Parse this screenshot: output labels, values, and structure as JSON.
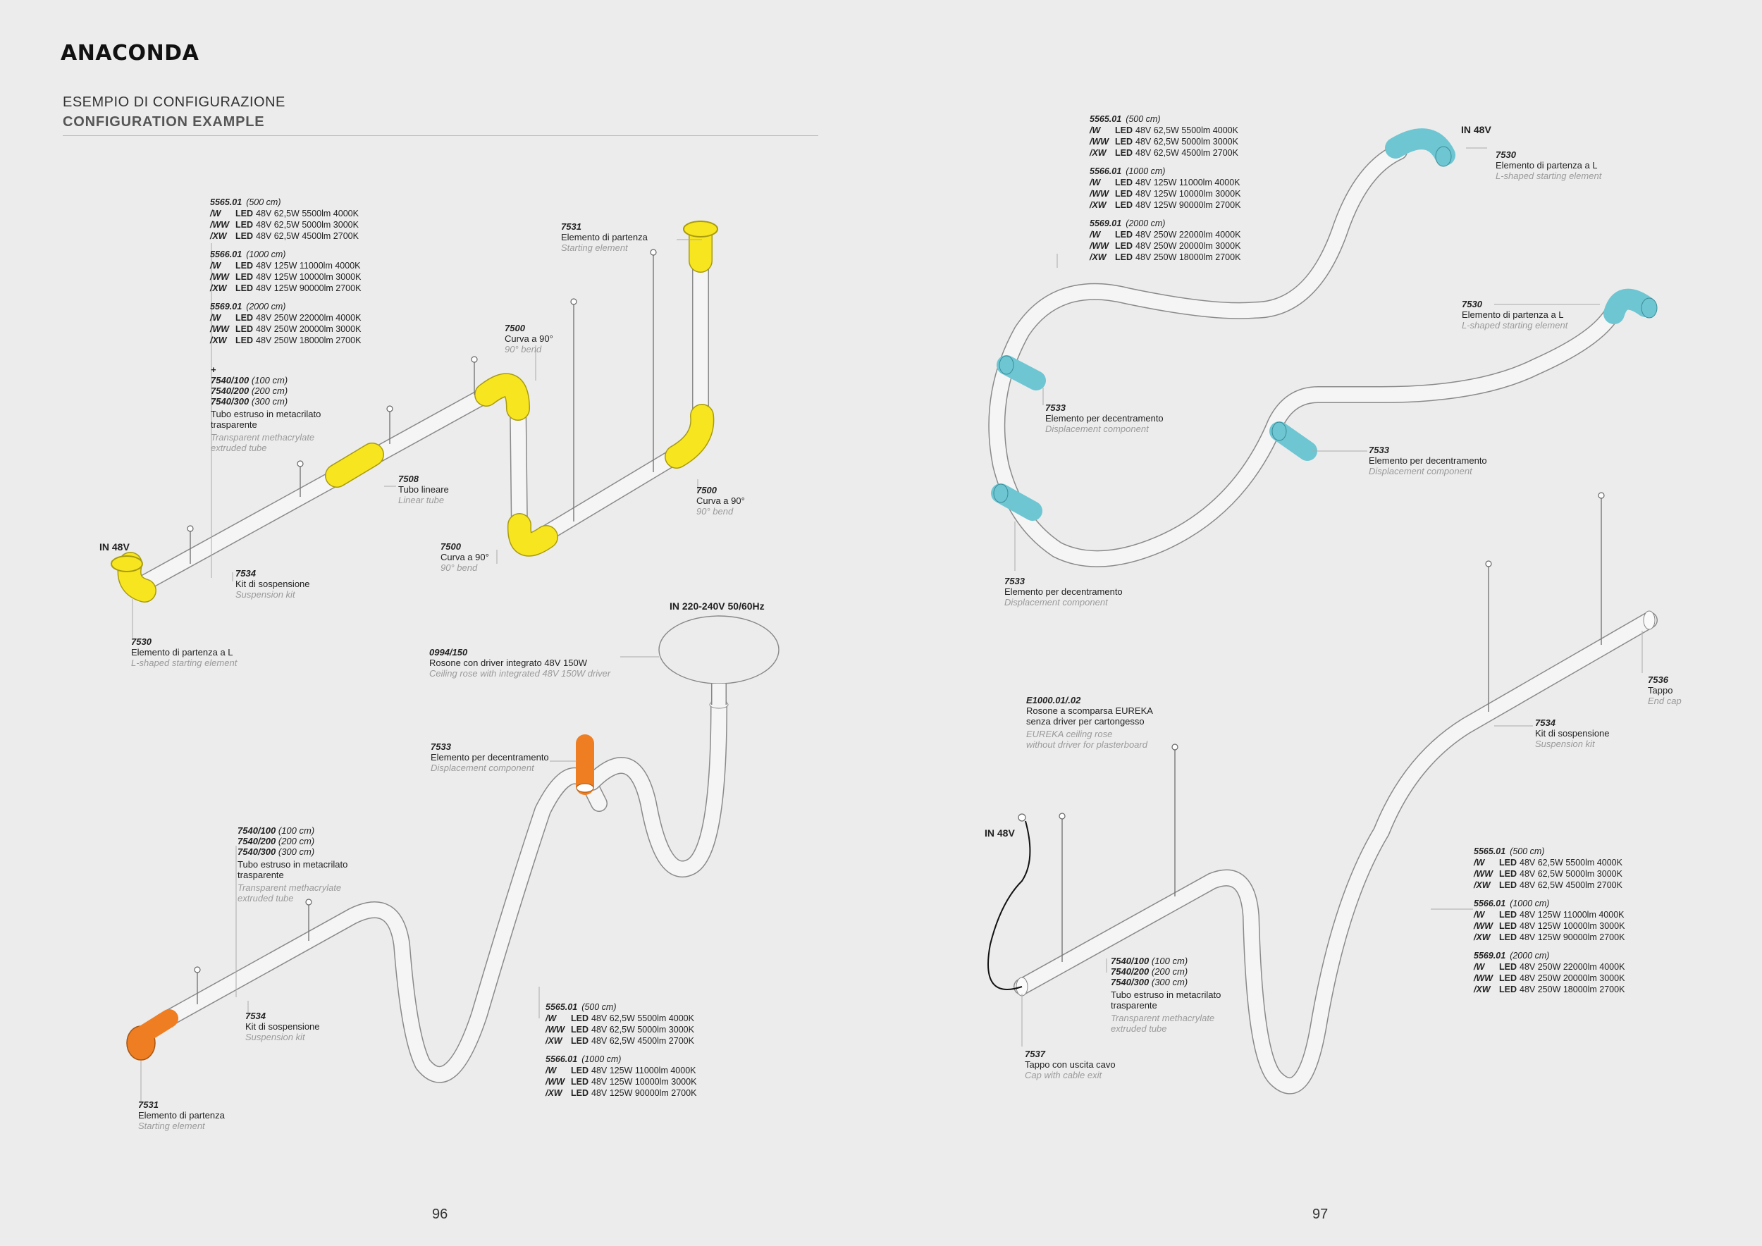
{
  "header": {
    "brand": "ANACONDA",
    "subtitle_it": "ESEMPIO DI CONFIGURAZIONE",
    "subtitle_en": "CONFIGURATION EXAMPLE"
  },
  "page_numbers": {
    "left": "96",
    "right": "97"
  },
  "colors": {
    "yellow": "#f7e520",
    "orange": "#ef7d22",
    "teal": "#6ec6d3",
    "tube": "#f4f4f4",
    "outline": "#888888"
  },
  "spec_a": [
    {
      "code": "5565.01",
      "dim": "(500 cm)",
      "rows": [
        {
          "suffix": "/W",
          "led": "LED",
          "text": "48V 62,5W 5500lm 4000K"
        },
        {
          "suffix": "/WW",
          "led": "LED",
          "text": "48V 62,5W 5000lm 3000K"
        },
        {
          "suffix": "/XW",
          "led": "LED",
          "text": "48V 62,5W 4500lm 2700K"
        }
      ]
    },
    {
      "code": "5566.01",
      "dim": "(1000 cm)",
      "rows": [
        {
          "suffix": "/W",
          "led": "LED",
          "text": "48V 125W 11000lm 4000K"
        },
        {
          "suffix": "/WW",
          "led": "LED",
          "text": "48V 125W 10000lm 3000K"
        },
        {
          "suffix": "/XW",
          "led": "LED",
          "text": "48V 125W 90000lm 2700K"
        }
      ]
    },
    {
      "code": "5569.01",
      "dim": "(2000 cm)",
      "rows": [
        {
          "suffix": "/W",
          "led": "LED",
          "text": "48V 250W 22000lm 4000K"
        },
        {
          "suffix": "/WW",
          "led": "LED",
          "text": "48V 250W 20000lm 3000K"
        },
        {
          "suffix": "/XW",
          "led": "LED",
          "text": "48V 250W 18000lm 2700K"
        }
      ]
    }
  ],
  "spec_b": [
    {
      "code": "5565.01",
      "dim": "(500 cm)",
      "rows": [
        {
          "suffix": "/W",
          "led": "LED",
          "text": "48V 62,5W 5500lm 4000K"
        },
        {
          "suffix": "/WW",
          "led": "LED",
          "text": "48V 62,5W 5000lm 3000K"
        },
        {
          "suffix": "/XW",
          "led": "LED",
          "text": "48V 62,5W 4500lm 2700K"
        }
      ]
    },
    {
      "code": "5566.01",
      "dim": "(1000 cm)",
      "rows": [
        {
          "suffix": "/W",
          "led": "LED",
          "text": "48V 125W 11000lm 4000K"
        },
        {
          "suffix": "/WW",
          "led": "LED",
          "text": "48V 125W 10000lm 3000K"
        },
        {
          "suffix": "/XW",
          "led": "LED",
          "text": "48V 125W 90000lm 2700K"
        }
      ]
    }
  ],
  "labels": {
    "plus": "+",
    "tube_codes": [
      "7540/100",
      "7540/200",
      "7540/300"
    ],
    "tube_dims": [
      "(100 cm)",
      "(200 cm)",
      "(300 cm)"
    ],
    "tube_it_1": "Tubo estruso in metacrilato",
    "tube_it_2": "trasparente",
    "tube_en_1": "Transparent methacrylate",
    "tube_en_2": "extruded tube",
    "in48": "IN 48V",
    "in220": "IN 220-240V 50/60Hz",
    "c7530": "7530",
    "c7530_it": "Elemento di partenza a L",
    "c7530_en": "L-shaped starting element",
    "c7531": "7531",
    "c7531_it": "Elemento di partenza",
    "c7531_en": "Starting element",
    "c7500": "7500",
    "c7500_it": "Curva a 90°",
    "c7500_en": "90° bend",
    "c7508": "7508",
    "c7508_it": "Tubo lineare",
    "c7508_en": "Linear tube",
    "c7534": "7534",
    "c7534_it": "Kit di sospensione",
    "c7534_en": "Suspension kit",
    "c7533": "7533",
    "c7533_it": "Elemento per decentramento",
    "c7533_en": "Displacement component",
    "c0994": "0994/150",
    "c0994_it": "Rosone con driver integrato 48V 150W",
    "c0994_en": "Ceiling rose with integrated 48V 150W driver",
    "c7536": "7536",
    "c7536_it": "Tappo",
    "c7536_en": "End cap",
    "c7537": "7537",
    "c7537_it": "Tappo con uscita cavo",
    "c7537_en": "Cap with cable exit",
    "cE1000": "E1000.01/.02",
    "cE1000_it_1": "Rosone a scomparsa EUREKA",
    "cE1000_it_2": "senza driver per cartongesso",
    "cE1000_en_1": "EUREKA ceiling rose",
    "cE1000_en_2": "without driver for plasterboard"
  }
}
